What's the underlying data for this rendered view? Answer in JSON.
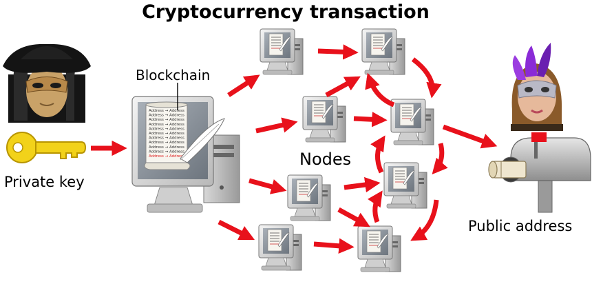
{
  "title": "Cryptocurrency transaction",
  "labels": {
    "blockchain": "Blockchain",
    "nodes": "Nodes",
    "private_key": "Private key",
    "public_address": "Public address"
  },
  "ledger": {
    "entries": [
      "Address",
      "Address",
      "Address",
      "Address",
      "Address",
      "Address",
      "Address",
      "Address",
      "Address",
      "Address",
      "Address"
    ],
    "arrow": "→"
  },
  "colors": {
    "arrow": "#e8111b",
    "key": "#f2d21a",
    "monitor_frame": "#c9c9c9",
    "screen": "#8e96a0",
    "mask_feather": "#8a2bd6"
  },
  "icons": {
    "sender": "masked-person-icon",
    "key": "key-icon",
    "main_computer": "computer-with-ledger-icon",
    "node": "computer-node-icon",
    "receiver": "masked-woman-icon",
    "mailbox": "mailbox-icon"
  },
  "node_count": 8
}
